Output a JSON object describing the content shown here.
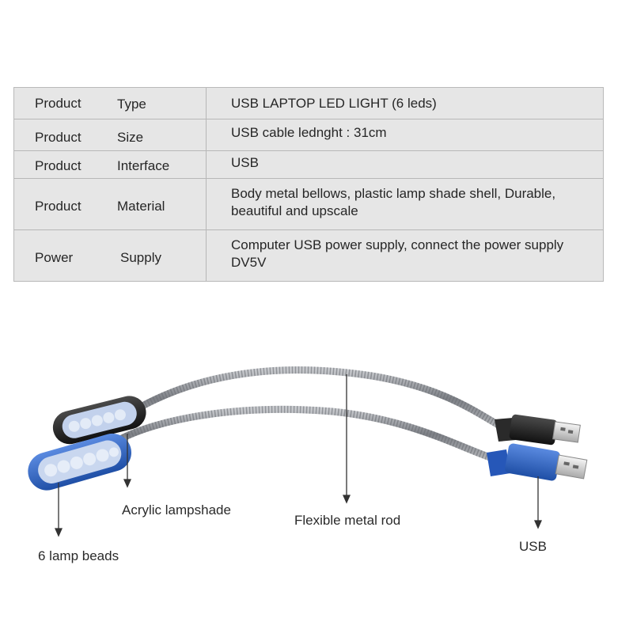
{
  "spec_table": {
    "rows": [
      {
        "label_a": "Product",
        "label_b": "Type",
        "value": "USB LAPTOP  LED  LIGHT (6 leds)"
      },
      {
        "label_a": "Product",
        "label_b": "Size",
        "value": "USB cable lednght : 31cm"
      },
      {
        "label_a": "Product",
        "label_b": "Interface",
        "value": "USB"
      },
      {
        "label_a": "Product",
        "label_b": "Material",
        "value": "Body metal bellows, plastic lamp shade shell, Durable, beautiful and upscale"
      },
      {
        "label_a": "Power",
        "label_b": "Supply",
        "value": "Computer USB power supply, connect the power supply  DV5V"
      }
    ]
  },
  "illustration": {
    "callouts": {
      "lampshade": "Acrylic lampshade",
      "beads": "6 lamp beads",
      "rod": "Flexible metal rod",
      "usb": "USB"
    },
    "colors": {
      "blue_lamp": "#2b5fb8",
      "black_lamp": "#1c1c1c",
      "led_panel": "#c9d7ef",
      "blue_usb": "#2e63c9",
      "black_usb": "#262626",
      "metal_rod": "#8d9096"
    }
  }
}
